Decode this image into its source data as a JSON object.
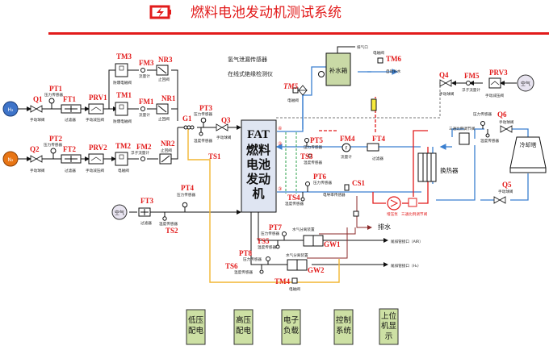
{
  "header": {
    "title": "燃料电池发动机测试系统",
    "icon": "battery-charging-icon",
    "accent_color": "#e21b1b"
  },
  "sources": {
    "h2": "H₂",
    "n2": "N₂",
    "air1": "空气",
    "air2": "空气"
  },
  "h2_line": {
    "q1": {
      "tag": "Q1",
      "label": "手动球阀"
    },
    "pt1": {
      "tag": "PT1",
      "label": "压力传感器"
    },
    "ft1": {
      "tag": "FT1",
      "label": "过滤器"
    },
    "prv1": {
      "tag": "PRV1",
      "label": "手动减压阀"
    },
    "tm3": {
      "tag": "TM3",
      "label": "防爆电磁阀"
    },
    "fm3": {
      "tag": "FM3",
      "label": "流量计"
    },
    "nr3": {
      "tag": "NR3",
      "label": "止回阀"
    },
    "tm1": {
      "tag": "TM1",
      "label": "防爆电磁阀"
    },
    "fm1": {
      "tag": "FM1",
      "label": "流量计"
    },
    "nr1": {
      "tag": "NR1",
      "label": "止回阀"
    }
  },
  "n2_line": {
    "q2": {
      "tag": "Q2",
      "label": "手动球阀"
    },
    "pt2": {
      "tag": "PT2",
      "label": "压力传感器"
    },
    "ft2": {
      "tag": "FT2",
      "label": "过滤器"
    },
    "prv2": {
      "tag": "PRV2",
      "label": "手动减压阀"
    },
    "tm2": {
      "tag": "TM2",
      "label": "电磁阀"
    },
    "fm2": {
      "tag": "FM2",
      "label": "浮子流量计"
    },
    "nr2": {
      "tag": "NR2",
      "label": "止回阀"
    }
  },
  "anode_inlet": {
    "g1": {
      "tag": "G1"
    },
    "pt3": {
      "tag": "PT3",
      "label": "压力传感器"
    },
    "q3": {
      "tag": "Q3",
      "label": "手动球阀"
    },
    "ts1": {
      "tag": "TS1",
      "label": "温度传感器"
    }
  },
  "air_line": {
    "ft3": {
      "tag": "FT3",
      "label": "过滤器"
    },
    "pt4": {
      "tag": "PT4",
      "label": "压力传感器"
    },
    "ts2": {
      "tag": "TS2",
      "label": "温度传感器"
    }
  },
  "engine": {
    "line1": "FAT",
    "line2": "燃料",
    "line3": "电池",
    "line4": "发动",
    "line5": "机"
  },
  "sensors_note": {
    "h2_leak": "氢气泄漏传感器",
    "insulation": "在线式绝缘检测仪"
  },
  "coolant": {
    "tank": "补水箱",
    "vent": "排气口",
    "tm5": {
      "tag": "TM5",
      "label": "电磁阀"
    },
    "tm6": {
      "tag": "TM6",
      "label": "电磁阀"
    },
    "auto_fill": "自动补水",
    "pt5": {
      "tag": "PT5",
      "label": "压力传感器"
    },
    "ts3": {
      "tag": "TS3",
      "label": "温度传感器"
    },
    "fm4": {
      "tag": "FM4",
      "label": "流量计"
    },
    "ft4": {
      "tag": "FT4",
      "label": "过滤器"
    },
    "pt6": {
      "tag": "PT6",
      "label": "压力传感器"
    },
    "ts4": {
      "tag": "TS4",
      "label": "温度传感器"
    },
    "cs1": {
      "tag": "CS1",
      "label": "电导率传感器"
    },
    "pump": "增压泵",
    "three_way_red": "三通比例调节阀",
    "heat_exchanger": "换热器",
    "drain": "排水",
    "circle_marks": [
      "①",
      "②",
      "③",
      "④"
    ]
  },
  "air_purge": {
    "q4": {
      "tag": "Q4",
      "label": "手动球阀"
    },
    "fm5": {
      "tag": "FM5",
      "label": "浮子流量计"
    },
    "prv3": {
      "tag": "PRV3",
      "label": "手动减压阀"
    }
  },
  "cooling_tower": {
    "label": "冷却塔",
    "three_way": "三通比例调节阀",
    "pressure": "压力传感器",
    "temp": "温度传感器",
    "q6": {
      "tag": "Q6",
      "label": "手动球阀"
    },
    "q5": {
      "tag": "Q5",
      "label": "手动球阀"
    }
  },
  "exhaust": {
    "pt7": {
      "tag": "PT7",
      "label": "压力传感器"
    },
    "ts5": {
      "tag": "TS5",
      "label": "温度传感器"
    },
    "gw1": {
      "tag": "GW1",
      "label": "水气分离装置"
    },
    "pt8": {
      "tag": "PT8",
      "label": "压力传感器"
    },
    "ts6": {
      "tag": "TS6",
      "label": "温度传感器"
    },
    "gw2": {
      "tag": "GW2",
      "label": "水气分离装置"
    },
    "tm4": {
      "tag": "TM4",
      "label": "电磁阀"
    },
    "outlet_air": "尾排管接口（AIR）",
    "outlet_h2": "尾排管接口（H₂）"
  },
  "panels": [
    {
      "l1": "低压",
      "l2": "配电",
      "l3": ""
    },
    {
      "l1": "高压",
      "l2": "配电",
      "l3": ""
    },
    {
      "l1": "电子",
      "l2": "负载",
      "l3": ""
    },
    {
      "l1": "控制",
      "l2": "系统",
      "l3": ""
    },
    {
      "l1": "上位",
      "l2": "机显",
      "l3": "示"
    }
  ]
}
